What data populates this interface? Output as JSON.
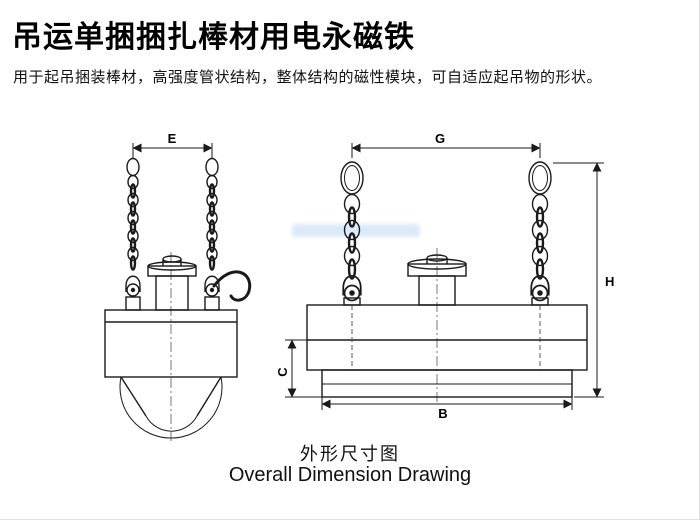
{
  "header": {
    "title": "吊运单捆捆扎棒材用电永磁铁",
    "subtitle": "用于起吊捆装棒材，高强度管状结构，整体结构的磁性模块，可自适应起吊物的形状。"
  },
  "captions": {
    "cn": "外形尺寸图",
    "en": "Overall Dimension Drawing"
  },
  "dims": {
    "e": "E",
    "g": "G",
    "h": "H",
    "c": "C",
    "b": "B"
  },
  "colors": {
    "line": "#1a1a1a",
    "background": "#ffffff"
  }
}
